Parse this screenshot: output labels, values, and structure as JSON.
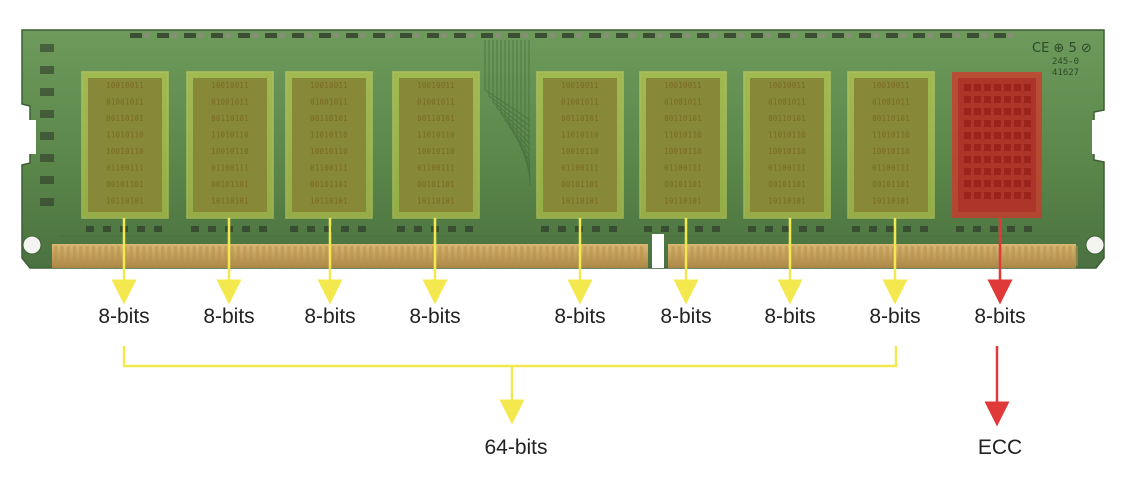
{
  "diagram": {
    "chip_labels": [
      "8-bits",
      "8-bits",
      "8-bits",
      "8-bits",
      "8-bits",
      "8-bits",
      "8-bits",
      "8-bits",
      "8-bits"
    ],
    "total_label": "64-bits",
    "ecc_label": "ECC",
    "chip_binary_rows": [
      "10010011",
      "01001011",
      "00110101",
      "11010110",
      "10010110",
      "01100111",
      "00101101",
      "10110101"
    ],
    "module_sticker": "CE ⊕ 5 ⊘",
    "module_code_1": "245-0",
    "module_code_2": "41627",
    "colors": {
      "pcb": "#5f8a4f",
      "pcb_dark": "#3f6236",
      "data_chip_highlight": "#e6e84a",
      "ecc_chip_highlight": "#d8322a",
      "data_arrow": "#f3e94e",
      "ecc_arrow": "#e0393a",
      "contacts": "#c8a35a"
    }
  }
}
